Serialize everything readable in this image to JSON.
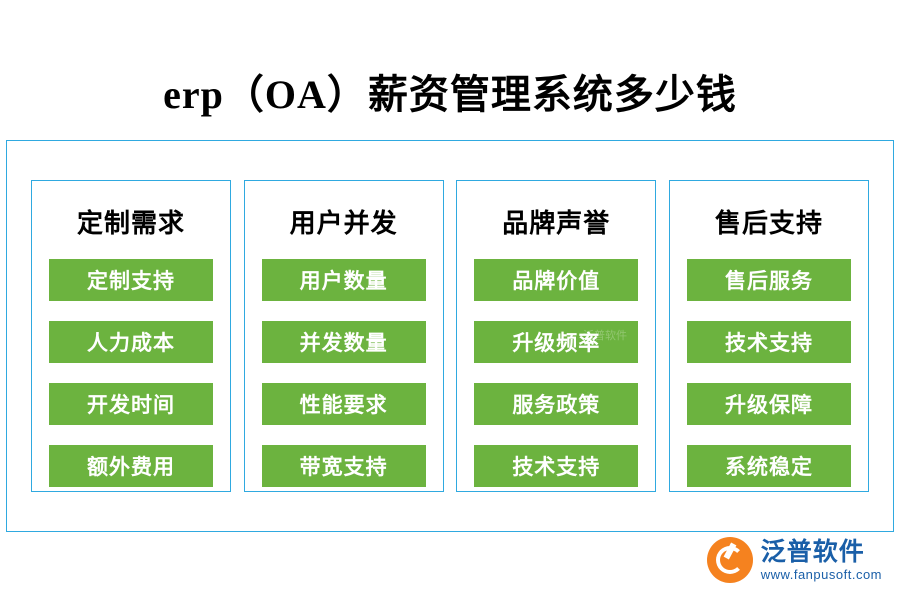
{
  "title": "erp（OA）薪资管理系统多少钱",
  "columns": [
    {
      "heading": "定制需求",
      "items": [
        "定制支持",
        "人力成本",
        "开发时间",
        "额外费用"
      ]
    },
    {
      "heading": "用户并发",
      "items": [
        "用户数量",
        "并发数量",
        "性能要求",
        "带宽支持"
      ]
    },
    {
      "heading": "品牌声誉",
      "items": [
        "品牌价值",
        "升级频率",
        "服务政策",
        "技术支持"
      ]
    },
    {
      "heading": "售后支持",
      "items": [
        "售后服务",
        "技术支持",
        "升级保障",
        "系统稳定"
      ]
    }
  ],
  "watermark": "泛普软件",
  "logo": {
    "name": "泛普软件",
    "url": "www.fanpusoft.com"
  },
  "colors": {
    "chip": "#6cb33f",
    "frame": "#2fa9e0",
    "logo": "#1a5fa8",
    "logo_mark": "#f5821f"
  }
}
